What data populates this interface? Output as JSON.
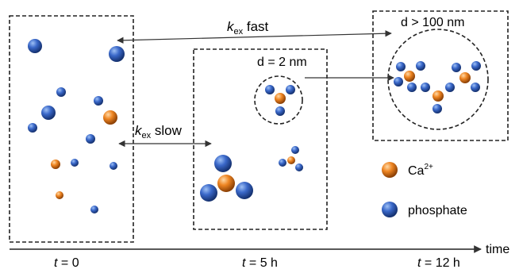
{
  "labels": {
    "kex_fast_k": "k",
    "kex_fast_sub": "ex",
    "kex_fast_rest": " fast",
    "kex_slow_k": "k",
    "kex_slow_sub": "ex",
    "kex_slow_rest": " slow",
    "d_small": "d = 2 nm",
    "d_large": "d > 100 nm",
    "time_axis": "time"
  },
  "time_points": [
    {
      "t": "t",
      "rest": " = 0"
    },
    {
      "t": "t",
      "rest": " = 5 h"
    },
    {
      "t": "t",
      "rest": " = 12 h"
    }
  ],
  "legend": {
    "calcium_base": "Ca",
    "calcium_sup": "2+",
    "phosphate": "phosphate"
  },
  "colors": {
    "calcium": "#e8781a",
    "phosphate": "#2f5bbd",
    "frame": "#222222",
    "arrow": "#333333"
  }
}
